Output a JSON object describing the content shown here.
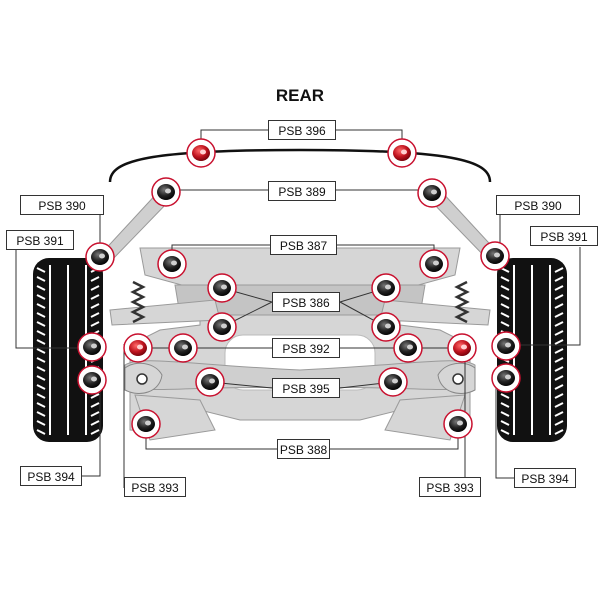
{
  "title": "REAR",
  "labels": {
    "psb396": "PSB 396",
    "psb389": "PSB 389",
    "psb390_left": "PSB 390",
    "psb390_right": "PSB 390",
    "psb391_left": "PSB 391",
    "psb391_right": "PSB 391",
    "psb387": "PSB 387",
    "psb386": "PSB 386",
    "psb392": "PSB 392",
    "psb395": "PSB 395",
    "psb388": "PSB 388",
    "psb394_left": "PSB 394",
    "psb394_right": "PSB 394",
    "psb393_left": "PSB 393",
    "psb393_right": "PSB 393"
  },
  "colors": {
    "bush_ring": "#c8102e",
    "bush_red": "#b5121b",
    "bush_black": "#1a1a1a",
    "frame": "#d6d6d6",
    "tyre": "#111111"
  }
}
